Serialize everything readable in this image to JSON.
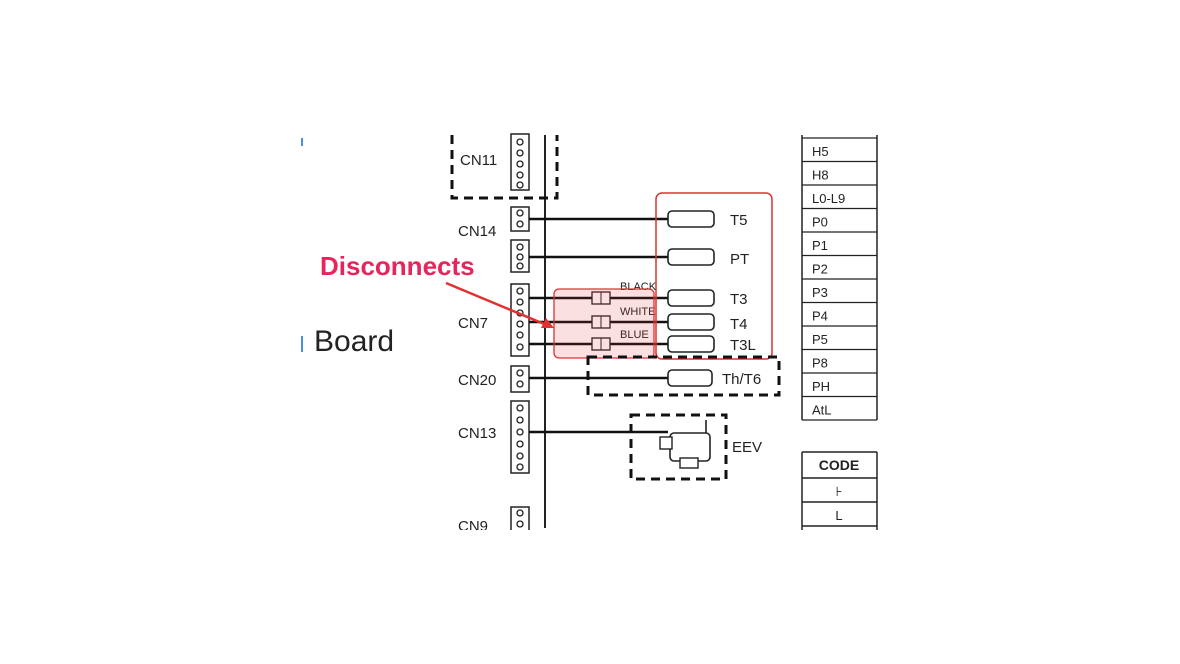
{
  "board_label": "Board",
  "connectors": {
    "cn11": "CN11",
    "cn14": "CN14",
    "cn7": "CN7",
    "cn20": "CN20",
    "cn13": "CN13",
    "cn9": "CN9"
  },
  "sensors": {
    "t5": "T5",
    "pt": "PT",
    "t3": "T3",
    "t4": "T4",
    "t3l": "T3L",
    "th_t6": "Th/T6",
    "eev": "EEV"
  },
  "wire_colors": {
    "black": "BLACK",
    "white": "WHITE",
    "blue": "BLUE"
  },
  "callout": {
    "text": "Disconnects",
    "color": "#e8245c",
    "highlight_color": "#e03030"
  },
  "code_table_top": [
    "H5",
    "H8",
    "L0-L9",
    "P0",
    "P1",
    "P2",
    "P3",
    "P4",
    "P5",
    "P8",
    "PH",
    "AtL"
  ],
  "code_table_bottom": {
    "header": "CODE",
    "rows": [
      "⊦",
      "L"
    ]
  }
}
